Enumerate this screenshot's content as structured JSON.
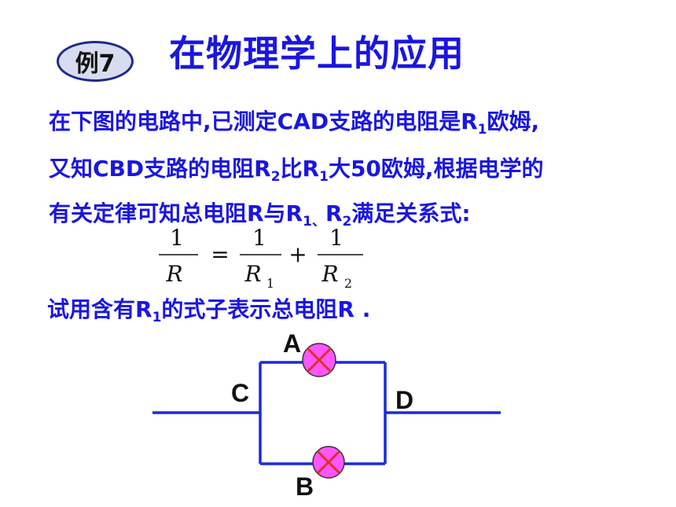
{
  "badge": "例7",
  "title": "在物理学上的应用",
  "problem": {
    "line1_a": "在下图的电路中,已测定CAD支路的电阻是R",
    "line1_sub": "1",
    "line1_b": "欧姆,",
    "line2_a": "又知CBD支路的电阻R",
    "line2_sub1": "2",
    "line2_b": "比R",
    "line2_sub2": "1",
    "line2_c": "大50欧姆,根据电学的",
    "line3_a": "有关定律可知总电阻R与R",
    "line3_sub1": "1、",
    "line3_b": "R",
    "line3_sub2": "2",
    "line3_c": "满足关系式:",
    "line4_a": "试用含有R",
    "line4_sub": "1",
    "line4_b": "的式子表示总电阻R ."
  },
  "formula": {
    "num1": "1",
    "den1": "R",
    "equals": "=",
    "num2": "1",
    "den2": "R",
    "den2_sub": "1",
    "plus": "+",
    "num3": "1",
    "den3": "R",
    "den3_sub": "2"
  },
  "circuit": {
    "label_a": "A",
    "label_b": "B",
    "label_c": "C",
    "label_d": "D",
    "wire_color": "#1a2bd6",
    "lamp_fill": "#ff55ff",
    "lamp_cross": "#e03020"
  }
}
